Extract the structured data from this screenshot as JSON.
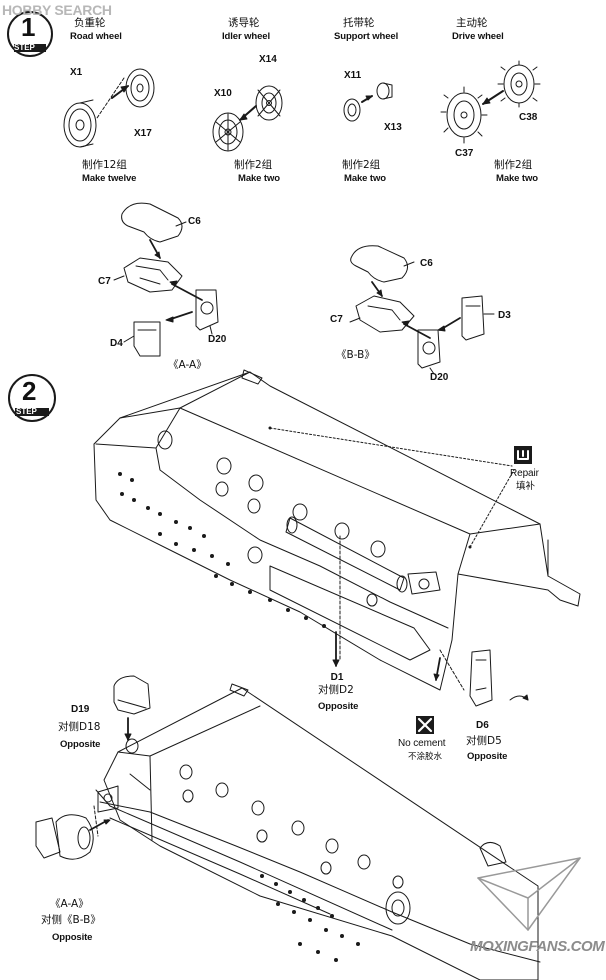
{
  "watermarks": {
    "top": "HOBBY SEARCH",
    "bottom": "MOXINGFANS.COM"
  },
  "steps": [
    {
      "number": "1",
      "label": "STEP"
    },
    {
      "number": "2",
      "label": "STEP"
    }
  ],
  "step1": {
    "groups": [
      {
        "title_cn": "负重轮",
        "title_en": "Road wheel",
        "parts": [
          "X1",
          "X17"
        ],
        "qty_cn": "制作12组",
        "qty_en": "Make twelve"
      },
      {
        "title_cn": "诱导轮",
        "title_en": "Idler wheel",
        "parts": [
          "X14",
          "X10"
        ],
        "qty_cn": "制作2组",
        "qty_en": "Make two"
      },
      {
        "title_cn": "托带轮",
        "title_en": "Support wheel",
        "parts": [
          "X11",
          "X13"
        ],
        "qty_cn": "制作2组",
        "qty_en": "Make two"
      },
      {
        "title_cn": "主动轮",
        "title_en": "Drive wheel",
        "parts": [
          "C37",
          "C38"
        ],
        "qty_cn": "制作2组",
        "qty_en": "Make two"
      }
    ],
    "subassemblies": [
      {
        "caption": "《A-A》",
        "parts": [
          "C6",
          "C7",
          "D4",
          "D20"
        ]
      },
      {
        "caption": "《B-B》",
        "parts": [
          "C6",
          "C7",
          "D3",
          "D20"
        ]
      }
    ]
  },
  "step2": {
    "repair": {
      "en": "Repair",
      "cn": "填补",
      "icon": "repair-icon"
    },
    "no_cement": {
      "en": "No cement",
      "cn": "不涂胶水",
      "icon": "no-cement-icon"
    },
    "callouts": [
      {
        "part": "D1",
        "line2": "对侧D2",
        "line3": "Opposite"
      },
      {
        "part": "D6",
        "line2": "对侧D5",
        "line3": "Opposite"
      },
      {
        "part": "D19",
        "line2": "对侧D18",
        "line3": "Opposite"
      },
      {
        "part": "《A-A》",
        "line2": "对侧《B-B》",
        "line3": "Opposite"
      }
    ]
  },
  "colors": {
    "line": "#1a1a1a",
    "watermark": "#b7b7b7",
    "background": "#ffffff"
  }
}
